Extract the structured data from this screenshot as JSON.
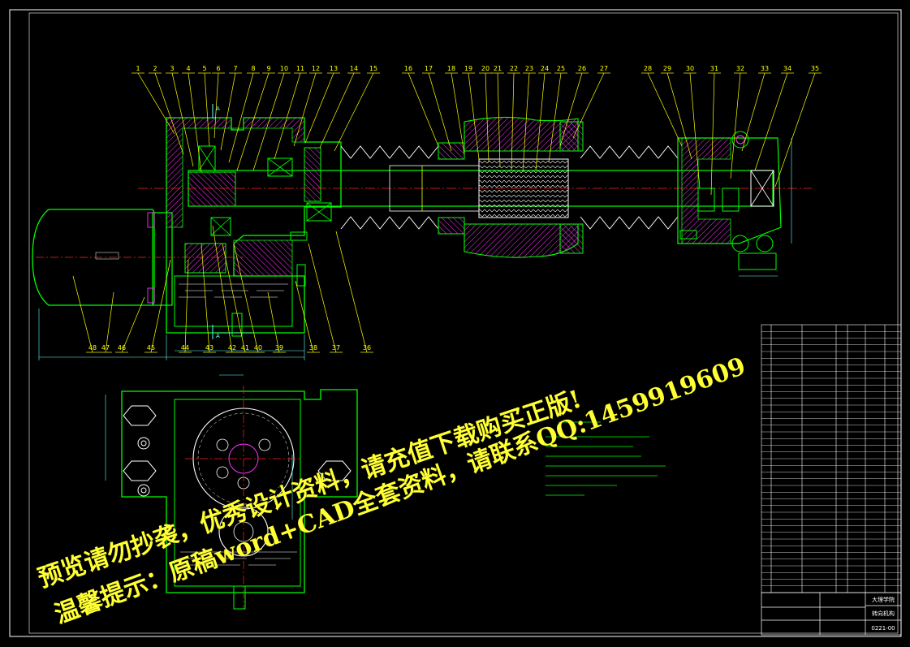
{
  "drawing": {
    "part_numbers_top": [
      "1",
      "2",
      "3",
      "4",
      "5",
      "6",
      "7",
      "8",
      "9",
      "10",
      "11",
      "12",
      "13",
      "14",
      "15",
      "16",
      "17",
      "18",
      "19",
      "20",
      "21",
      "22",
      "23",
      "24",
      "25",
      "26",
      "27",
      "28",
      "29",
      "30",
      "31",
      "32",
      "33",
      "34",
      "35"
    ],
    "part_numbers_bottom": [
      "48",
      "47",
      "46",
      "45",
      "44",
      "43",
      "42",
      "41",
      "40",
      "39",
      "38",
      "37",
      "36"
    ],
    "section_label": "A",
    "colors": {
      "background": "#000000",
      "outline": "#00ff00",
      "hatch": "#ff33ff",
      "leader": "#ffff00",
      "centerline": "#ff2222",
      "dimension": "#66ffff",
      "border": "#ffffff",
      "watermark": "#ffff33"
    }
  },
  "title_block": {
    "name_line1": "大理学院",
    "name_line2": "转向机构",
    "drawing_no": "0221-00"
  },
  "watermark": {
    "line1": "预览请勿抄袭，优秀设计资料，请充值下载购买正版!",
    "line2": "温馨提示：原稿word+CAD全套资料，请联系QQ:1459919609"
  }
}
